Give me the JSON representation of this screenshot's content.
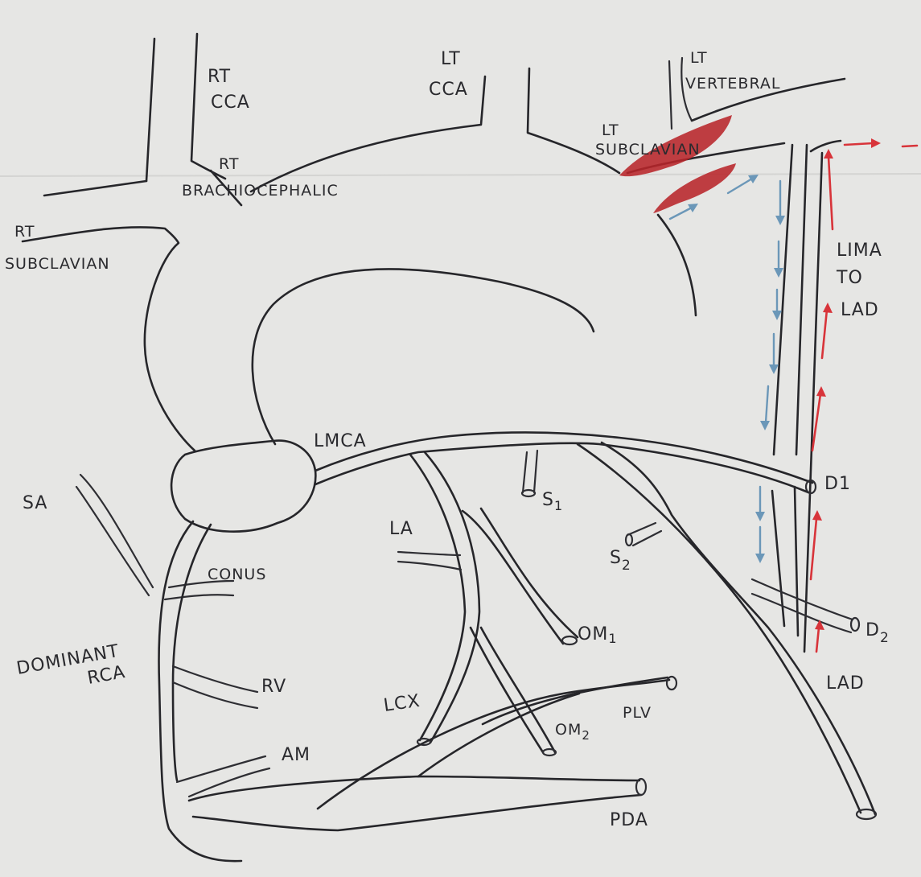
{
  "labels": {
    "rt_cca_1": "RT",
    "rt_cca_2": "CCA",
    "lt_cca_1": "LT",
    "lt_cca_2": "CCA",
    "lt_vertebral_1": "LT",
    "lt_vertebral_2": "VERTEBRAL",
    "lt_subclavian_1": "LT",
    "lt_subclavian_2": "SUBCLAVIAN",
    "rt_brachio_1": "RT",
    "rt_brachio_2": "BRACHIOCEPHALIC",
    "rt_subclavian_1": "RT",
    "rt_subclavian_2": "SUBCLAVIAN",
    "lima_1": "LIMA",
    "lima_2": "TO",
    "lima_3": "LAD",
    "lmca": "LMCA",
    "sa": "SA",
    "la": "LA",
    "s1": "S",
    "s1_sub": "1",
    "s2": "S",
    "s2_sub": "2",
    "d1": "D1",
    "d2": "D",
    "d2_sub": "2",
    "conus": "CONUS",
    "dominant_rca_1": "DOMINANT",
    "dominant_rca_2": "RCA",
    "rv": "RV",
    "am": "AM",
    "lcx": "LCX",
    "om1": "OM",
    "om1_sub": "1",
    "om2": "OM",
    "om2_sub": "2",
    "plv": "PLV",
    "pda": "PDA",
    "lad": "LAD"
  },
  "colors": {
    "paper": "#e6e6e4",
    "ink": "#26262a",
    "graft_flow_arrow": "#d8343a",
    "native_flow_arrow": "#6b97b8",
    "stenosis": "#b8262a"
  }
}
